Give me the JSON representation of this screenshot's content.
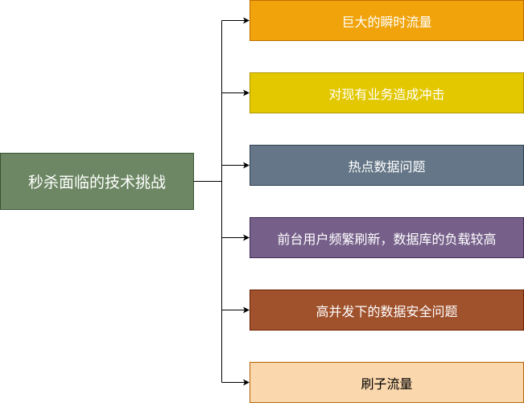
{
  "root": {
    "label": "秒杀面临的技术挑战",
    "fill": "#6d8764",
    "border": "#3a5431",
    "text_color": "#ffffff"
  },
  "challenges": [
    {
      "label": "巨大的瞬时流量",
      "fill": "#f0a30a",
      "border": "#bd7000",
      "text_color": "#ffffff"
    },
    {
      "label": "对现有业务造成冲击",
      "fill": "#e3c800",
      "border": "#b09500",
      "text_color": "#ffffff"
    },
    {
      "label": "热点数据问题",
      "fill": "#647687",
      "border": "#314354",
      "text_color": "#ffffff"
    },
    {
      "label": "前台用户频繁刷新，数据库的负载较高",
      "fill": "#76608a",
      "border": "#432d57",
      "text_color": "#ffffff"
    },
    {
      "label": "高并发下的数据安全问题",
      "fill": "#a0522d",
      "border": "#6d1f00",
      "text_color": "#ffffff"
    },
    {
      "label": "刷子流量",
      "fill": "#fad7ac",
      "border": "#b46504",
      "text_color": "#000000"
    }
  ],
  "edge_color": "#000000"
}
